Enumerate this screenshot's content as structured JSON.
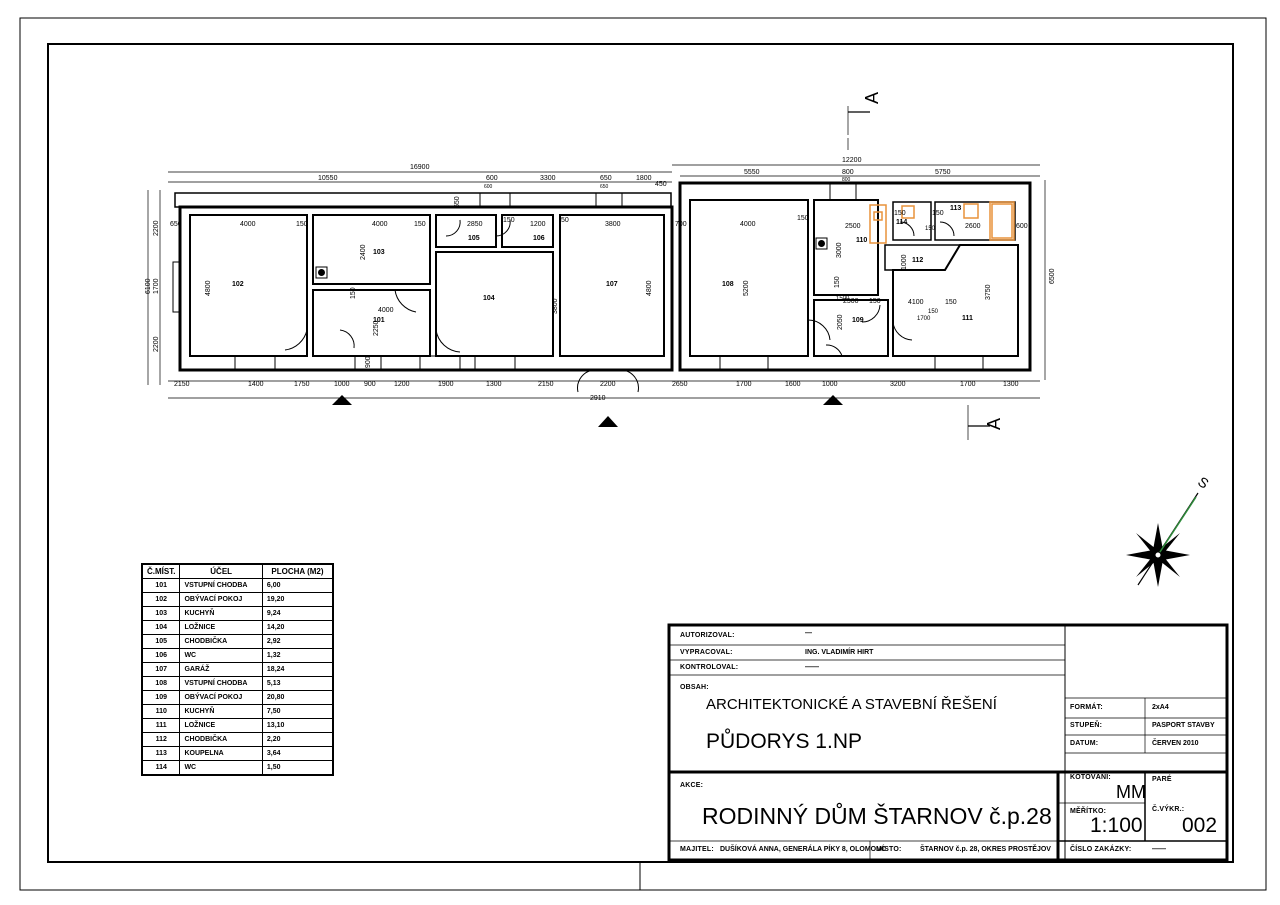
{
  "sheet": {
    "section_marker": "A",
    "north": "S"
  },
  "dimensions": {
    "top": [
      "16900",
      "12200",
      "10550",
      "600",
      "3300",
      "650",
      "1800",
      "5550",
      "800",
      "5750",
      "450"
    ],
    "small_top": [
      "600",
      "650",
      "800"
    ],
    "interior": [
      "4000",
      "150",
      "4000",
      "150",
      "2850",
      "150",
      "1200",
      "50",
      "3800",
      "700",
      "4000",
      "150",
      "2500",
      "150",
      "150",
      "2600",
      "600",
      "4000",
      "2250",
      "2400",
      "4800",
      "4800",
      "5200",
      "3800",
      "3750",
      "1000",
      "2500",
      "150",
      "4100",
      "150",
      "3000",
      "2050",
      "650",
      "1700",
      "150",
      "150",
      "1500",
      "900"
    ],
    "left": [
      "2200",
      "6100",
      "1700",
      "2200",
      "650"
    ],
    "right": [
      "6500"
    ],
    "bottom": [
      "2150",
      "1400",
      "1750",
      "1000",
      "900",
      "1200",
      "1900",
      "1300",
      "2150",
      "2200",
      "2650",
      "1700",
      "1600",
      "1000",
      "3200",
      "1700",
      "1300",
      "2910"
    ],
    "room_codes": [
      "102",
      "103",
      "101",
      "104",
      "105",
      "106",
      "107",
      "108",
      "110",
      "112",
      "109",
      "111",
      "113",
      "114"
    ]
  },
  "rooms_table": {
    "headers": [
      "Č.MÍST.",
      "ÚČEL",
      "PLOCHA (M2)"
    ],
    "rows": [
      {
        "no": "101",
        "name": "VSTUPNÍ CHODBA",
        "area": "6,00"
      },
      {
        "no": "102",
        "name": "OBÝVACÍ POKOJ",
        "area": "19,20"
      },
      {
        "no": "103",
        "name": "KUCHYŇ",
        "area": "9,24"
      },
      {
        "no": "104",
        "name": "LOŽNICE",
        "area": "14,20"
      },
      {
        "no": "105",
        "name": "CHODBIČKA",
        "area": "2,92"
      },
      {
        "no": "106",
        "name": "WC",
        "area": "1,32"
      },
      {
        "no": "107",
        "name": "GARÁŽ",
        "area": "18,24"
      },
      {
        "no": "108",
        "name": "VSTUPNÍ CHODBA",
        "area": "5,13"
      },
      {
        "no": "109",
        "name": "OBÝVACÍ POKOJ",
        "area": "20,80"
      },
      {
        "no": "110",
        "name": "KUCHYŇ",
        "area": "7,50"
      },
      {
        "no": "111",
        "name": "LOŽNICE",
        "area": "13,10"
      },
      {
        "no": "112",
        "name": "CHODBIČKA",
        "area": "2,20"
      },
      {
        "no": "113",
        "name": "KOUPELNA",
        "area": "3,64"
      },
      {
        "no": "114",
        "name": "WC",
        "area": "1,50"
      }
    ]
  },
  "title_block": {
    "autorizoval_label": "AUTORIZOVAL:",
    "autorizoval_value": "—",
    "vypracoval_label": "VYPRACOVAL:",
    "vypracoval_value": "ING. VLADIMÍR HIRT",
    "kontroloval_label": "KONTROLOVAL:",
    "kontroloval_value": "——",
    "obsah_label": "OBSAH:",
    "obsah_line1": "ARCHITEKTONICKÉ A STAVEBNÍ ŘEŠENÍ",
    "obsah_line2": "PŮDORYS 1.NP",
    "akce_label": "AKCE:",
    "akce_value": "RODINNÝ DŮM ŠTARNOV č.p.28",
    "majitel_label": "MAJITEL:",
    "majitel_value": "DUŠÍKOVÁ ANNA, GENERÁLA PÍKY 8, OLOMOUC",
    "misto_label": "MÍSTO:",
    "misto_value": "ŠTARNOV č.p. 28, OKRES PROSTĚJOV",
    "format_label": "FORMÁT:",
    "format_value": "2xA4",
    "stupen_label": "STUPEŇ:",
    "stupen_value": "PASPORT STAVBY",
    "datum_label": "DATUM:",
    "datum_value": "ČERVEN 2010",
    "kotovani_label": "KÓTOVÁNÍ:",
    "kotovani_value": "MM",
    "pare_label": "PARÉ",
    "meritko_label": "MĚŘÍTKO:",
    "meritko_value": "1:100",
    "cvykr_label": "Č.VÝKR.:",
    "cvykr_value": "002",
    "zakazka_label": "ČÍSLO ZAKÁZKY:",
    "zakazka_value": "——"
  },
  "colors": {
    "line": "#000000",
    "fixture": "#e8923a",
    "paper": "#ffffff"
  }
}
